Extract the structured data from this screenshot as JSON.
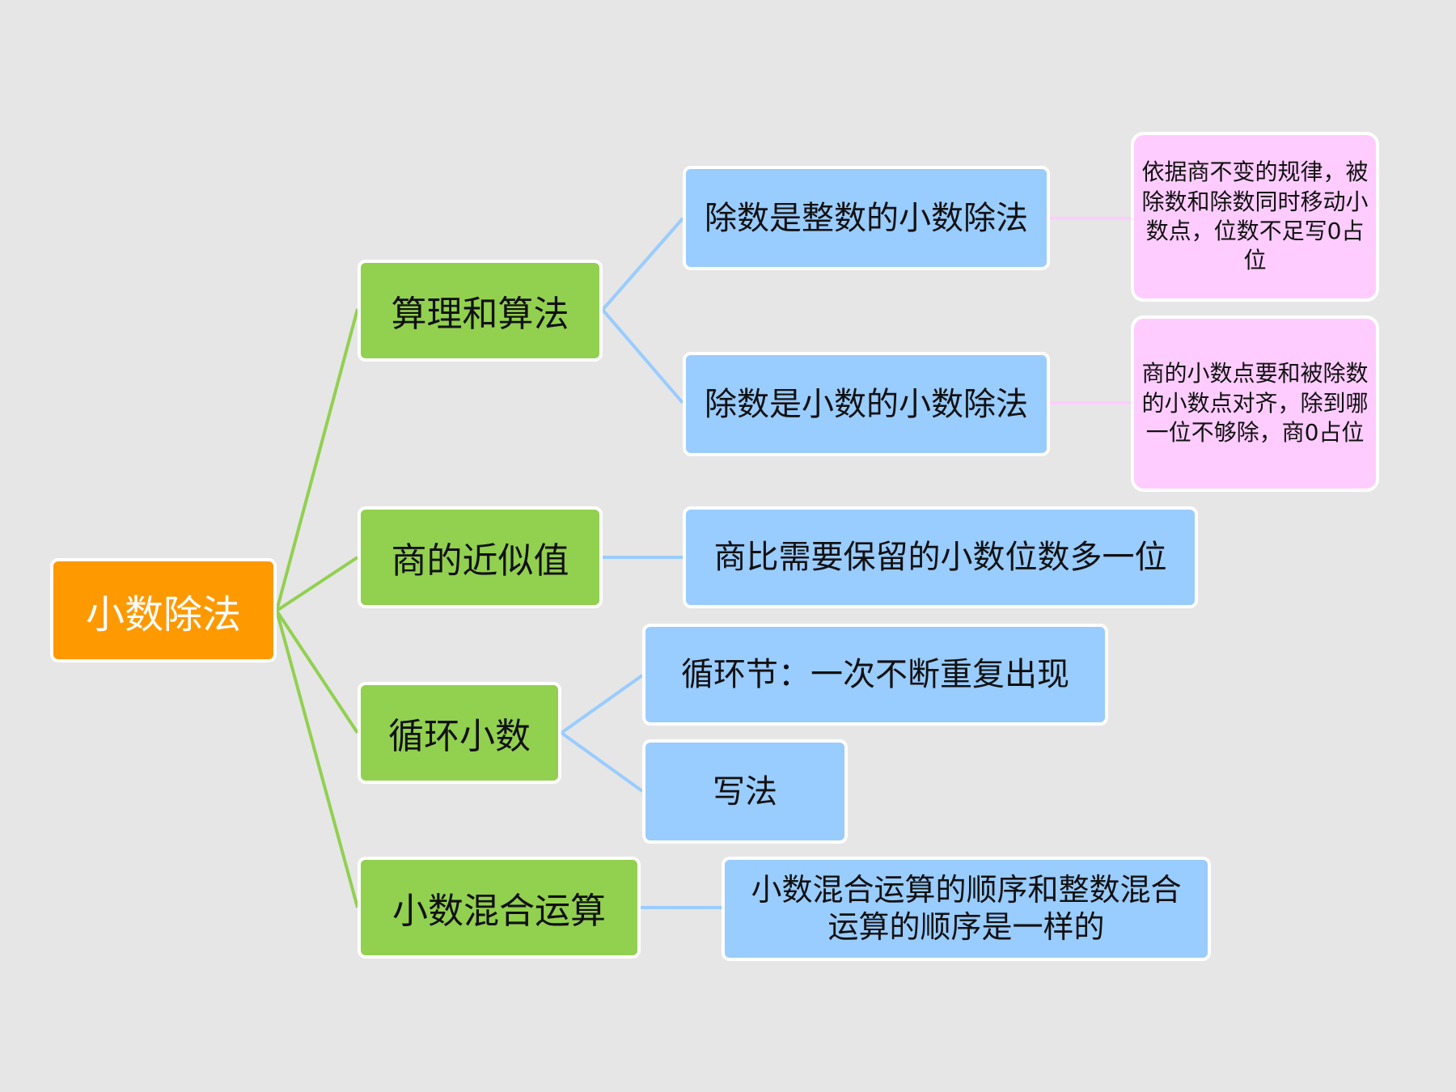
{
  "root": {
    "label": "小数除法"
  },
  "branches": {
    "algorithm": {
      "label": "算理和算法",
      "integer_divisor": {
        "label": "除数是整数的小数除法",
        "note": "依据商不变的规律，被除数和除数同时移动小数点，位数不足写0占位"
      },
      "decimal_divisor": {
        "label": "除数是小数的小数除法",
        "note": "商的小数点要和被除数的小数点对齐，除到哪一位不够除，商0占位"
      }
    },
    "approximate": {
      "label": "商的近似值",
      "detail": "商比需要保留的小数位数多一位"
    },
    "repeating": {
      "label": "循环小数",
      "cycle": "循环节：一次不断重复出现",
      "notation": "写法"
    },
    "mixed": {
      "label": "小数混合运算",
      "detail": "小数混合运算的顺序和整数混合运算的顺序是一样的"
    }
  },
  "colors": {
    "background": "#e6e6e6",
    "root": "#ff9900",
    "level1": "#92d050",
    "level2": "#99ccff",
    "level3": "#ffccff",
    "link_green": "#92d050",
    "link_blue": "#99ccff",
    "link_pink": "#ffccff"
  }
}
